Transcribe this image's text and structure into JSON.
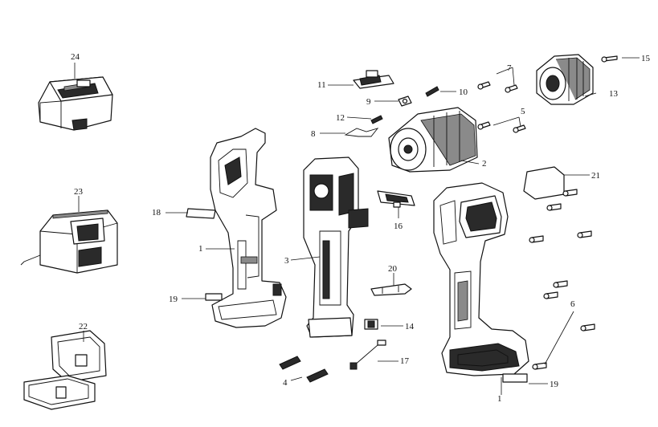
{
  "labels": {
    "l1a": "1",
    "l1b": "1",
    "l2": "2",
    "l3": "3",
    "l4": "4",
    "l5": "5",
    "l6": "6",
    "l7": "7",
    "l8": "8",
    "l9": "9",
    "l10": "10",
    "l11": "11",
    "l12": "12",
    "l13": "13",
    "l14": "14",
    "l15": "15",
    "l16": "16",
    "l17": "17",
    "l18": "18",
    "l19a": "19",
    "l19b": "19",
    "l20": "20",
    "l21": "21",
    "l22": "22",
    "l23": "23",
    "l24": "24"
  }
}
